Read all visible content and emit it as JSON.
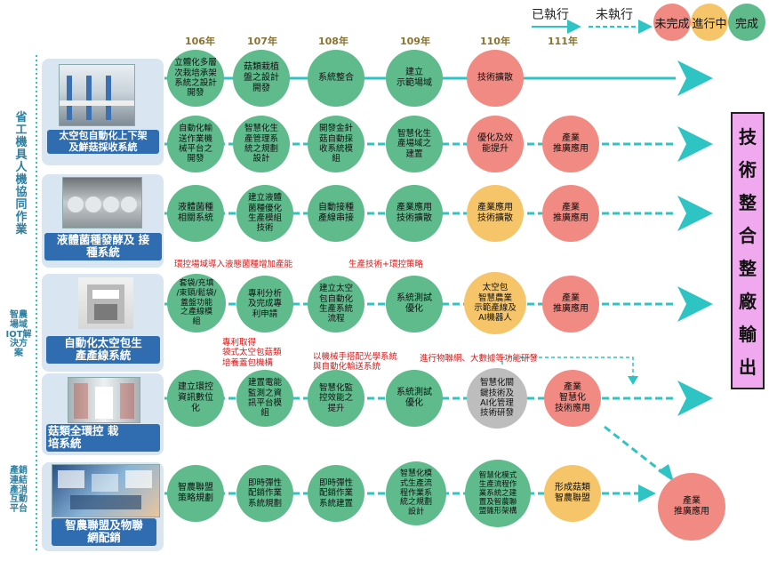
{
  "legend": {
    "executed": "已執行",
    "not_executed": "未執行",
    "incomplete": "未完成",
    "in_progress": "進行中",
    "complete": "完成"
  },
  "years": [
    "106年",
    "107年",
    "108年",
    "109年",
    "110年",
    "111年"
  ],
  "left_groups": [
    {
      "text": "省\n工\n機\n具\n人\n機\n協\n同\n作\n業"
    },
    {
      "text": "智農\n場域\nIOT解\n決方\n案"
    },
    {
      "text": "產銷\n連結\n產消\n互動\n平台"
    }
  ],
  "panels": [
    {
      "label": "太空包自動化上下架\n及鮮菇採收系統"
    },
    {
      "label": "液體菌種發酵及 接\n種系統"
    },
    {
      "label": "自動化太空包生\n產產線系統"
    },
    {
      "label": "菇類全環控      栽\n培系統"
    },
    {
      "label": "智農聯盟及物聯\n網配銷"
    }
  ],
  "rows": [
    {
      "nodes": [
        "立體化多層\n次栽培承架\n系統之設計\n開發",
        "菇類栽植\n盤之設計\n開發",
        "系統整合",
        "建立\n示範場域",
        "技術擴散"
      ]
    },
    {
      "nodes": [
        "自動化輸\n送作業機\n械平台之\n開發",
        "智慧化生\n產管理系\n統之規劃\n設計",
        "開發金針\n菇自動採\n收系統模\n組",
        "智慧化生\n產場域之\n建置",
        "優化及效\n能提升",
        "產業\n推廣應用"
      ]
    },
    {
      "nodes": [
        "液體菌種\n相關系統",
        "建立液體\n菌種優化\n生產模組\n技術",
        "自動接種\n產線串接",
        "產業應用\n技術擴散",
        "產業應用\n技術擴散",
        "產業\n推廣應用"
      ]
    },
    {
      "nodes": [
        "套袋/充填\n/束頸/鬆袋/\n蓋盤功能\n之產線模\n組",
        "專利分析\n及完成專\n利申請",
        "建立太空\n包自動化\n生產系統\n流程",
        "系統測試\n優化",
        "太空包\n智慧農業\n示範產線及\nAI機器人",
        "產業\n推廣應用"
      ]
    },
    {
      "nodes": [
        "建立環控\n資訊數位\n化",
        "建置電能\n監測之資\n訊平台模\n組",
        "智慧化監\n控效能之\n提升",
        "系統測試\n優化",
        "智慧化關\n鍵技術及\nAI化管理\n技術研發",
        "產業\n智慧化\n技術應用"
      ]
    },
    {
      "nodes": [
        "智農聯盟\n策略規劃",
        "即時彈性\n配銷作業\n系統規劃",
        "即時彈性\n配銷作業\n系統建置",
        "智慧化模\n式生產流\n程作業系\n統之規劃\n設計",
        "智慧化模式\n生產流程作\n業系統之建\n置及智農聯\n盟雛形架構",
        "形成菇類\n智農聯盟"
      ]
    }
  ],
  "notes": [
    "環控場域導入液態菌種增加產能",
    "生產技術+環控策略",
    "專利取得\n袋式太空包菇類\n培養蓋包機構",
    "以機械手搭配光學系統\n與自動化輸送系統",
    "進行物聯網、大數據等功能研發"
  ],
  "output_chars": [
    "技",
    "術",
    "整",
    "合",
    "整",
    "廠",
    "輸",
    "出"
  ],
  "final_node": "產業\n推廣應用",
  "colors": {
    "green": "#5fba8c",
    "red": "#f08a82",
    "yellow": "#f6c56a",
    "cyan": "#2ec4c4",
    "label_blue": "#2f6db0",
    "output_pink": "#f0a8ee"
  }
}
